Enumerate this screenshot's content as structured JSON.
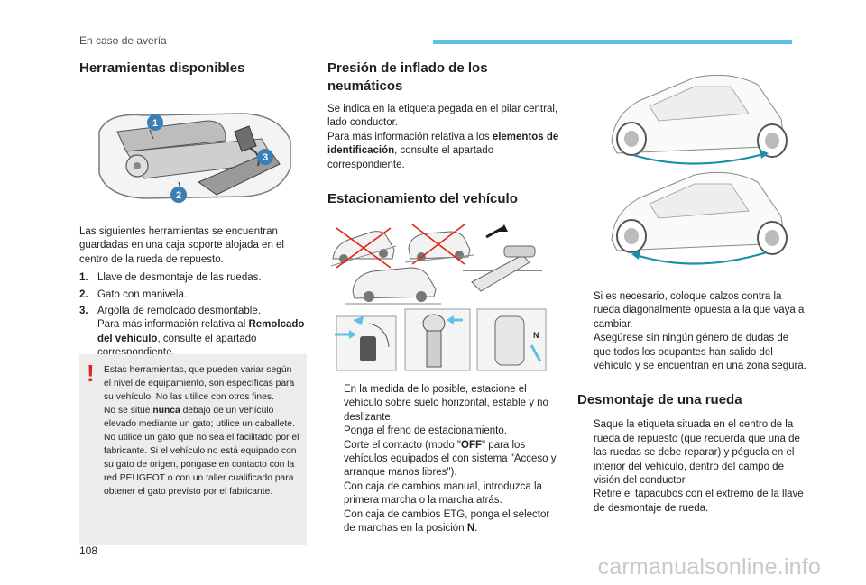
{
  "header": {
    "section": "En caso de avería",
    "accent": "#5ec1e6"
  },
  "tools": {
    "title": "Herramientas disponibles",
    "callouts": [
      "1",
      "2",
      "3"
    ],
    "intro": "Las siguientes herramientas se encuentran guardadas en una caja soporte alojada en el centro de la rueda de repuesto.",
    "items": [
      {
        "num": "1.",
        "text": "Llave de desmontaje de las ruedas."
      },
      {
        "num": "2.",
        "text": "Gato con manivela."
      },
      {
        "num": "3.",
        "text_a": "Argolla de remolcado desmontable.",
        "text_b": "Para más información relativa al ",
        "text_bold": "Remolcado del vehículo",
        "text_c": ", consulte el apartado correspondiente."
      }
    ]
  },
  "warning": {
    "icon": "!",
    "color": "#e2231a",
    "p1": "Estas herramientas, que pueden variar según el nivel de equipamiento, son específicas para su vehículo. No las utilice con otros fines.",
    "p2a": "No se sitúe ",
    "p2bold": "nunca",
    "p2b": " debajo de un vehículo elevado mediante un gato; utilice un caballete.",
    "p3": "No utilice un gato que no sea el facilitado por el fabricante. Si el vehículo no está equipado con su gato de origen, póngase en contacto con la red PEUGEOT o con un taller cualificado para obtener el gato previsto por el fabricante."
  },
  "pressure": {
    "title": "Presión de inflado de los neumáticos",
    "p1": "Se indica en la etiqueta pegada en el pilar central, lado conductor.",
    "p2a": "Para más información relativa a los ",
    "p2bold": "elementos de identificación",
    "p2b": ", consulte el apartado correspondiente."
  },
  "parking": {
    "title": "Estacionamiento del vehículo",
    "illus_labels": [
      "N"
    ],
    "bullets": [
      {
        "a": "En la medida de lo posible, estacione el vehículo sobre suelo horizontal, estable y no deslizante."
      },
      {
        "a": "Ponga el freno de estacionamiento."
      },
      {
        "a": "Corte el contacto (modo \"",
        "bold": "OFF",
        "b": "\" para los vehículos equipados el con sistema \"Acceso y arranque manos libres\")."
      },
      {
        "a": "Con caja de cambios manual, introduzca la primera marcha o la marcha atrás."
      },
      {
        "a": "Con caja de cambios ETG, ponga el selector de marchas en la posición ",
        "bold": "N",
        "b": "."
      }
    ]
  },
  "safety": {
    "bullets": [
      "Si es necesario, coloque calzos contra la rueda diagonalmente opuesta a la que vaya a cambiar.",
      "Asegúrese sin ningún género de dudas de que todos los ocupantes han salido del vehículo y se encuentran en una zona segura."
    ]
  },
  "removal": {
    "title": "Desmontaje de una rueda",
    "bullets": [
      "Saque la etiqueta situada en el centro de la rueda de repuesto (que recuerda que una de las ruedas se debe reparar) y péguela en el interior del vehículo, dentro del campo de visión del conductor.",
      "Retire el tapacubos con el extremo de la llave de desmontaje de rueda."
    ]
  },
  "bullet_marker": "",
  "footer": {
    "page": "108",
    "watermark": "carmanualsonline.info"
  }
}
